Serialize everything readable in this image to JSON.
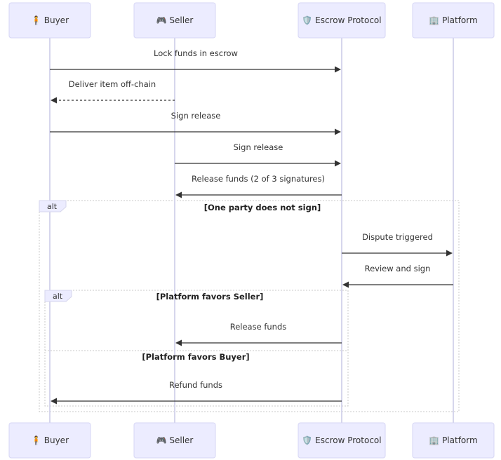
{
  "actors": [
    {
      "id": "buyer",
      "icon": "🧍",
      "label": "Buyer"
    },
    {
      "id": "seller",
      "icon": "🎮",
      "label": "Seller"
    },
    {
      "id": "escrow",
      "icon": "🛡️",
      "label": "Escrow Protocol"
    },
    {
      "id": "platform",
      "icon": "🏢",
      "label": "Platform"
    }
  ],
  "messages": [
    {
      "from": "buyer",
      "to": "escrow",
      "text": "Lock funds in escrow",
      "style": "solid"
    },
    {
      "from": "seller",
      "to": "buyer",
      "text": "Deliver item off-chain",
      "style": "dotted"
    },
    {
      "from": "buyer",
      "to": "escrow",
      "text": "Sign release",
      "style": "solid"
    },
    {
      "from": "seller",
      "to": "escrow",
      "text": "Sign release",
      "style": "solid"
    },
    {
      "from": "escrow",
      "to": "seller",
      "text": "Release funds (2 of 3 signatures)",
      "style": "solid"
    },
    {
      "from": "escrow",
      "to": "platform",
      "text": "Dispute triggered",
      "style": "solid"
    },
    {
      "from": "platform",
      "to": "escrow",
      "text": "Review and sign",
      "style": "solid"
    },
    {
      "from": "escrow",
      "to": "seller",
      "text": "Release funds",
      "style": "solid"
    },
    {
      "from": "escrow",
      "to": "buyer",
      "text": "Refund funds",
      "style": "solid"
    }
  ],
  "frames": [
    {
      "kind": "alt",
      "condition": "[One party does not sign]"
    },
    {
      "kind": "alt",
      "condition": "[Platform favors Seller]",
      "else_condition": "[Platform favors Buyer]"
    }
  ]
}
